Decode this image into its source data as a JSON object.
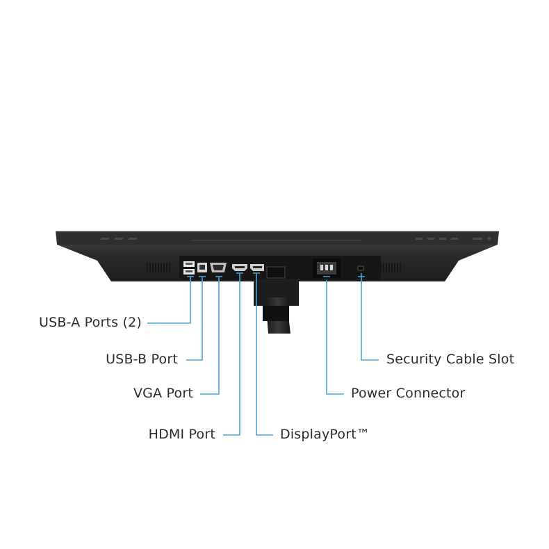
{
  "colors": {
    "callout_line": "#4aa3d6",
    "monitor_body": "#2a2a2c",
    "monitor_edge": "#1a1a1b",
    "label_text": "#2b2b2b"
  },
  "callouts": {
    "usb_a": {
      "label": "USB-A Ports (2)"
    },
    "usb_b": {
      "label": "USB-B Port"
    },
    "vga": {
      "label": "VGA Port"
    },
    "hdmi": {
      "label": "HDMI Port"
    },
    "displayport": {
      "label": "DisplayPort™"
    },
    "power": {
      "label": "Power Connector"
    },
    "security": {
      "label": "Security Cable Slot"
    }
  }
}
